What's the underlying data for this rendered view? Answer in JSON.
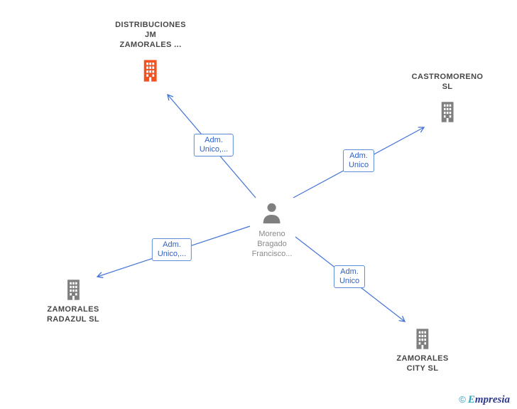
{
  "diagram": {
    "type": "company-relationship-graph"
  },
  "center_person": {
    "line1": "Moreno",
    "line2": "Bragado",
    "line3": "Francisco..."
  },
  "companies": {
    "distribuciones": {
      "line1": "DISTRIBUCIONES",
      "line2": "JM",
      "line3": "ZAMORALES ..."
    },
    "castromoreno": {
      "line1": "CASTROMORENO",
      "line2": "SL"
    },
    "radazul": {
      "line1": "ZAMORALES",
      "line2": "RADAZUL SL"
    },
    "city": {
      "line1": "ZAMORALES",
      "line2": "CITY SL"
    }
  },
  "edges": {
    "to_distribuciones": {
      "line1": "Adm.",
      "line2": "Unico,..."
    },
    "to_castromoreno": {
      "line1": "Adm.",
      "line2": "Unico"
    },
    "to_radazul": {
      "line1": "Adm.",
      "line2": "Unico,..."
    },
    "to_city": {
      "line1": "Adm.",
      "line2": "Unico"
    }
  },
  "icons": {
    "company": "building-icon",
    "person": "person-icon",
    "copyright": "copyright-icon"
  },
  "colors": {
    "edge_blue": "#4373d8",
    "building_gray": "#7f7f7f",
    "building_highlight_orange": "#f4511e",
    "company_label_text": "#474747",
    "person_label_text": "#8a8a8a",
    "logo_teal": "#29a3c0",
    "logo_navy": "#2b3990"
  },
  "footer": {
    "copyright": "©",
    "brand_initial": "E",
    "brand_rest": "mpresia"
  }
}
